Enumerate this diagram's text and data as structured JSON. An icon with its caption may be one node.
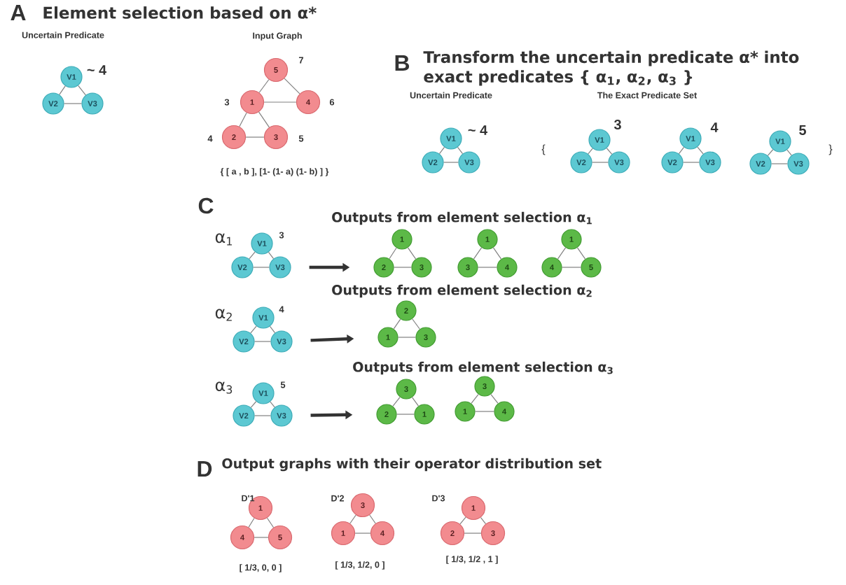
{
  "diagram": {
    "nodes": [
      {
        "text": [
          "V1"
        ],
        "beside": [
          "~ 4"
        ]
      },
      {
        "text": [
          "V2"
        ]
      },
      {
        "text": [
          "V3"
        ]
      },
      {
        "text": [
          "5"
        ],
        "beside": [
          "7"
        ]
      },
      {
        "text": [
          "1"
        ],
        "beside": [
          "3"
        ]
      },
      {
        "text": [
          "4"
        ],
        "beside": [
          "6"
        ]
      },
      {
        "text": [
          "2"
        ],
        "beside": [
          "4"
        ]
      },
      {
        "text": [
          "3"
        ],
        "beside": [
          "5"
        ]
      },
      {
        "text": [
          "V1"
        ],
        "beside": [
          "~ 4"
        ]
      },
      {
        "text": [
          "V2"
        ]
      },
      {
        "text": [
          "V3"
        ]
      },
      {
        "text": [
          "V1"
        ],
        "beside": [
          "3"
        ]
      },
      {
        "text": [
          "V2"
        ]
      },
      {
        "text": [
          "V3"
        ]
      },
      {
        "text": [
          "V1"
        ],
        "beside": [
          "4"
        ]
      },
      {
        "text": [
          "V2"
        ]
      },
      {
        "text": [
          "V3"
        ]
      },
      {
        "text": [
          "V1"
        ],
        "beside": [
          "5"
        ]
      },
      {
        "text": [
          "V2"
        ]
      },
      {
        "text": [
          "V3"
        ]
      },
      {
        "text": [
          "V1"
        ],
        "beside": [
          "3"
        ]
      },
      {
        "text": [
          "V2"
        ]
      },
      {
        "text": [
          "V3"
        ]
      },
      {
        "text": [
          "1"
        ]
      },
      {
        "text": [
          "2"
        ]
      },
      {
        "text": [
          "3"
        ]
      },
      {
        "text": [
          "1"
        ]
      },
      {
        "text": [
          "3"
        ]
      },
      {
        "text": [
          "4"
        ]
      },
      {
        "text": [
          "1"
        ]
      },
      {
        "text": [
          "4"
        ]
      },
      {
        "text": [
          "5"
        ]
      },
      {
        "text": [
          "V1"
        ],
        "beside": [
          "4"
        ]
      },
      {
        "text": [
          "V2"
        ]
      },
      {
        "text": [
          "V3"
        ]
      },
      {
        "text": [
          "2"
        ]
      },
      {
        "text": [
          "1"
        ]
      },
      {
        "text": [
          "3"
        ]
      },
      {
        "text": [
          "V1"
        ],
        "beside": [
          "5"
        ]
      },
      {
        "text": [
          "V2"
        ]
      },
      {
        "text": [
          "V3"
        ]
      },
      {
        "text": [
          "3"
        ]
      },
      {
        "text": [
          "2"
        ]
      },
      {
        "text": [
          "1"
        ]
      },
      {
        "text": [
          "3"
        ]
      },
      {
        "text": [
          "1"
        ]
      },
      {
        "text": [
          "4"
        ]
      },
      {
        "text": [
          "1"
        ]
      },
      {
        "text": [
          "4"
        ]
      },
      {
        "text": [
          "5"
        ]
      },
      {
        "text": [
          "3"
        ]
      },
      {
        "text": [
          "1"
        ]
      },
      {
        "text": [
          "4"
        ]
      },
      {
        "text": [
          "1"
        ]
      },
      {
        "text": [
          "2"
        ]
      },
      {
        "text": [
          "3"
        ]
      }
    ],
    "edges": [
      {
        "from": 0,
        "to": 1,
        "arrow": "none"
      },
      {
        "from": 0,
        "to": 2,
        "arrow": "none"
      },
      {
        "from": 1,
        "to": 2,
        "arrow": "none"
      },
      {
        "from": 3,
        "to": 4,
        "arrow": "none"
      },
      {
        "from": 3,
        "to": 5,
        "arrow": "none"
      },
      {
        "from": 4,
        "to": 5,
        "arrow": "none"
      },
      {
        "from": 4,
        "to": 6,
        "arrow": "none"
      },
      {
        "from": 4,
        "to": 7,
        "arrow": "none"
      },
      {
        "from": 6,
        "to": 7,
        "arrow": "none"
      },
      {
        "from": 8,
        "to": 9,
        "arrow": "none"
      },
      {
        "from": 8,
        "to": 10,
        "arrow": "none"
      },
      {
        "from": 9,
        "to": 10,
        "arrow": "none"
      },
      {
        "from": 11,
        "to": 12,
        "arrow": "none"
      },
      {
        "from": 11,
        "to": 13,
        "arrow": "none"
      },
      {
        "from": 12,
        "to": 13,
        "arrow": "none"
      },
      {
        "from": 14,
        "to": 15,
        "arrow": "none"
      },
      {
        "from": 14,
        "to": 16,
        "arrow": "none"
      },
      {
        "from": 15,
        "to": 16,
        "arrow": "none"
      },
      {
        "from": 17,
        "to": 18,
        "arrow": "none"
      },
      {
        "from": 17,
        "to": 19,
        "arrow": "none"
      },
      {
        "from": 18,
        "to": 19,
        "arrow": "none"
      },
      {
        "from": 20,
        "to": 21,
        "arrow": "none"
      },
      {
        "from": 20,
        "to": 22,
        "arrow": "none"
      },
      {
        "from": 21,
        "to": 22,
        "arrow": "none"
      },
      {
        "from": 23,
        "to": 24,
        "arrow": "none"
      },
      {
        "from": 23,
        "to": 25,
        "arrow": "none"
      },
      {
        "from": 24,
        "to": 25,
        "arrow": "none"
      },
      {
        "from": 26,
        "to": 27,
        "arrow": "none"
      },
      {
        "from": 26,
        "to": 28,
        "arrow": "none"
      },
      {
        "from": 27,
        "to": 28,
        "arrow": "none"
      },
      {
        "from": 29,
        "to": 30,
        "arrow": "none"
      },
      {
        "from": 29,
        "to": 31,
        "arrow": "none"
      },
      {
        "from": 30,
        "to": 31,
        "arrow": "none"
      },
      {
        "from": 32,
        "to": 33,
        "arrow": "none"
      },
      {
        "from": 32,
        "to": 34,
        "arrow": "none"
      },
      {
        "from": 33,
        "to": 34,
        "arrow": "none"
      },
      {
        "from": 35,
        "to": 36,
        "arrow": "none"
      },
      {
        "from": 35,
        "to": 37,
        "arrow": "none"
      },
      {
        "from": 36,
        "to": 37,
        "arrow": "none"
      },
      {
        "from": 38,
        "to": 39,
        "arrow": "none"
      },
      {
        "from": 38,
        "to": 40,
        "arrow": "none"
      },
      {
        "from": 39,
        "to": 40,
        "arrow": "none"
      },
      {
        "from": 41,
        "to": 42,
        "arrow": "none"
      },
      {
        "from": 41,
        "to": 43,
        "arrow": "none"
      },
      {
        "from": 42,
        "to": 43,
        "arrow": "none"
      },
      {
        "from": 44,
        "to": 45,
        "arrow": "none"
      },
      {
        "from": 44,
        "to": 46,
        "arrow": "none"
      },
      {
        "from": 45,
        "to": 46,
        "arrow": "none"
      },
      {
        "from": 47,
        "to": 48,
        "arrow": "none"
      },
      {
        "from": 47,
        "to": 49,
        "arrow": "none"
      },
      {
        "from": 48,
        "to": 49,
        "arrow": "none"
      },
      {
        "from": 50,
        "to": 51,
        "arrow": "none"
      },
      {
        "from": 50,
        "to": 52,
        "arrow": "none"
      },
      {
        "from": 51,
        "to": 52,
        "arrow": "none"
      },
      {
        "from": 53,
        "to": 54,
        "arrow": "none"
      },
      {
        "from": 53,
        "to": 55,
        "arrow": "none"
      },
      {
        "from": 54,
        "to": 55,
        "arrow": "none"
      },
      {
        "from": 22,
        "to": 24,
        "arrow": "to",
        "style": "thick"
      },
      {
        "from": 34,
        "to": 36,
        "arrow": "to",
        "style": "thick"
      },
      {
        "from": 40,
        "to": 42,
        "arrow": "to",
        "style": "thick"
      }
    ],
    "labels": [
      "A",
      "Element selection based on α*",
      "Uncertain Predicate",
      "Input Graph",
      "{ [ a , b ], [1- (1- a) (1- b) ] }",
      "B",
      "Transform the uncertain predicate α* into exact predicates { α$_{1}$, α$_{2}$, α$_{3}$ }",
      "Uncertain Predicate",
      "The Exact Predicate Set",
      "{",
      "}",
      "C",
      "Outputs from element selection α$_{1}$",
      "α$_{1}$",
      "Outputs from element selection α$_{2}$",
      "α$_{2}$",
      "Outputs from element selection α$_{3}$",
      "α$_{3}$",
      "D",
      "Output graphs with their operator distribution set",
      "D'1",
      "[ 1/3, 0, 0 ]",
      "D'2",
      "[ 1/3, 1/2, 0 ]",
      "D'3",
      "[ 1/3, 1/2 , 1 ]"
    ]
  }
}
